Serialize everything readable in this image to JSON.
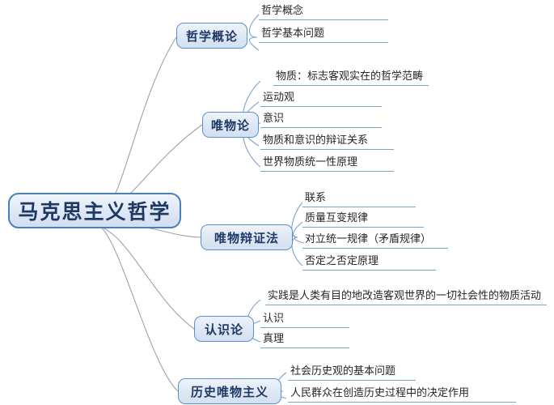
{
  "diagram": {
    "type": "mind-map",
    "title": "马克思主义哲学",
    "background_color": "#ffffff",
    "node_fill_color": "#dde7f4",
    "node_border_color": "#5b8fc9",
    "node_text_color": "#1f3864",
    "leaf_text_color": "#262626",
    "leaf_underline_color": "#7ba3cf",
    "connector_color": "#9aa3ad"
  },
  "root": {
    "label": "马克思主义哲学"
  },
  "branches": [
    {
      "label": "哲学概论",
      "leaves": [
        {
          "label": "哲学概念"
        },
        {
          "label": "哲学基本问题"
        }
      ]
    },
    {
      "label": "唯物论",
      "leaves": [
        {
          "label": "物质：标志客观实在的哲学范畴"
        },
        {
          "label": "运动观"
        },
        {
          "label": "意识"
        },
        {
          "label": "物质和意识的辩证关系"
        },
        {
          "label": "世界物质统一性原理"
        }
      ]
    },
    {
      "label": "唯物辩证法",
      "leaves": [
        {
          "label": "联系"
        },
        {
          "label": "质量互变规律"
        },
        {
          "label": "对立统一规律（矛盾规律）"
        },
        {
          "label": "否定之否定原理"
        }
      ]
    },
    {
      "label": "认识论",
      "leaves": [
        {
          "label": "实践是人类有目的地改造客观世界的一切社会性的物质活动"
        },
        {
          "label": "认识"
        },
        {
          "label": "真理"
        }
      ]
    },
    {
      "label": "历史唯物主义",
      "leaves": [
        {
          "label": "社会历史观的基本问题"
        },
        {
          "label": "人民群众在创造历史过程中的决定作用"
        }
      ]
    }
  ]
}
